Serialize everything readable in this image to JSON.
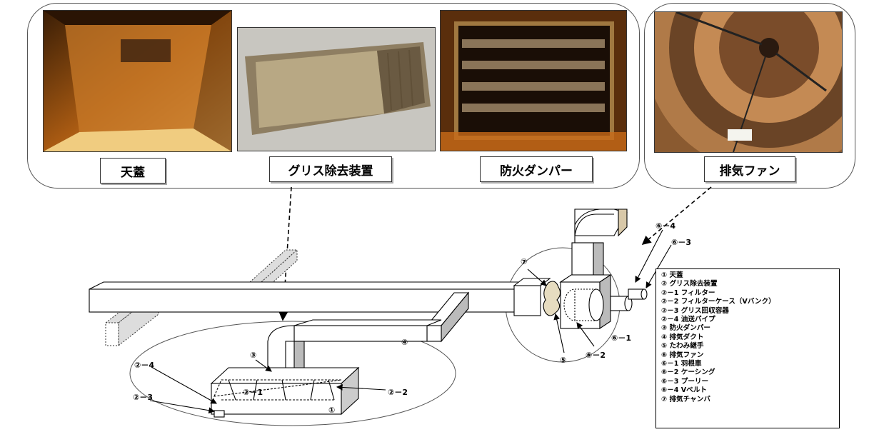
{
  "photos": [
    {
      "caption": "天蓋"
    },
    {
      "caption": "グリス除去装置"
    },
    {
      "caption": "防火ダンパー"
    },
    {
      "caption": "排気ファン"
    }
  ],
  "diagram_labels": {
    "l7": "⑦",
    "l64": "⑥－4",
    "l63": "⑥－3",
    "l61": "⑥－1",
    "l62": "⑥－2",
    "l5": "⑤",
    "l4": "④",
    "l3": "③",
    "l24": "②－4",
    "l21": "②－1",
    "l22": "②－2",
    "l23": "②－3",
    "l1": "①"
  },
  "legend": [
    "① 天蓋",
    "② グリス除去装置",
    "②－1 フィルター",
    "②－2 フィルターケース（Vバンク）",
    "②－3 グリス回収容器",
    "②－4 油送パイプ",
    "③ 防火ダンパー",
    "④ 排気ダクト",
    "⑤ たわみ継手",
    "⑥ 排気ファン",
    "⑥－1 羽根車",
    "⑥－2 ケーシング",
    "⑥－3 プーリー",
    "⑥－4 Vベルト",
    "⑦ 排気チャンバ"
  ]
}
